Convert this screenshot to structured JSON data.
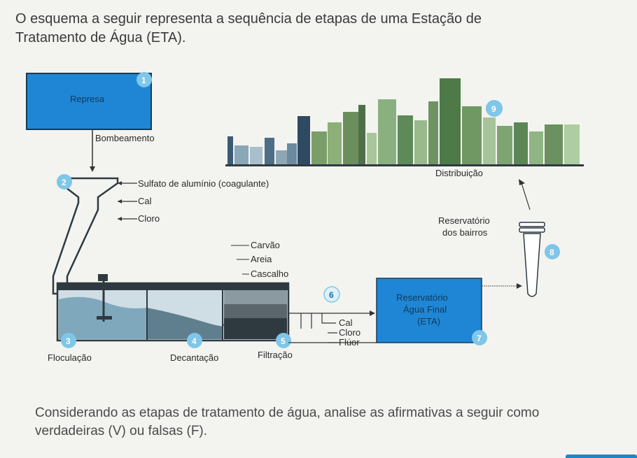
{
  "question": {
    "line1": "O esquema a seguir representa a sequência de etapas de uma Estação de",
    "line2": "Tratamento de Água (ETA)."
  },
  "footer": {
    "line1": "Considerando as etapas de tratamento de água, analise as afirmativas a seguir como",
    "line2": "verdadeiras (V) ou falsas (F)."
  },
  "diagram": {
    "represa": "Represa",
    "bombeamento": "Bombeamento",
    "sulfato": "Sulfato de alumínio (coagulante)",
    "cal_top": "Cal",
    "cloro_top": "Cloro",
    "carvao": "Carvão",
    "areia": "Areia",
    "cascalho": "Cascalho",
    "floculacao": "Floculação",
    "decantacao": "Decantação",
    "filtracao": "Filtração",
    "cal_bottom": "Cal",
    "cloro_bottom": "Cloro",
    "fluor": "Flúor",
    "reservatorio_final_1": "Reservatório",
    "reservatorio_final_2": "Água Final",
    "reservatorio_final_3": "(ETA)",
    "reservatorio_bairros_1": "Reservatório",
    "reservatorio_bairros_2": "dos bairros",
    "distribuicao": "Distribuição",
    "steps": [
      "1",
      "2",
      "3",
      "4",
      "5",
      "6",
      "7",
      "8",
      "9"
    ]
  },
  "colors": {
    "blue": "#1f86d6",
    "water": "#9fc8dc",
    "dark": "#2f3a40",
    "city": "#7a9e6a"
  }
}
